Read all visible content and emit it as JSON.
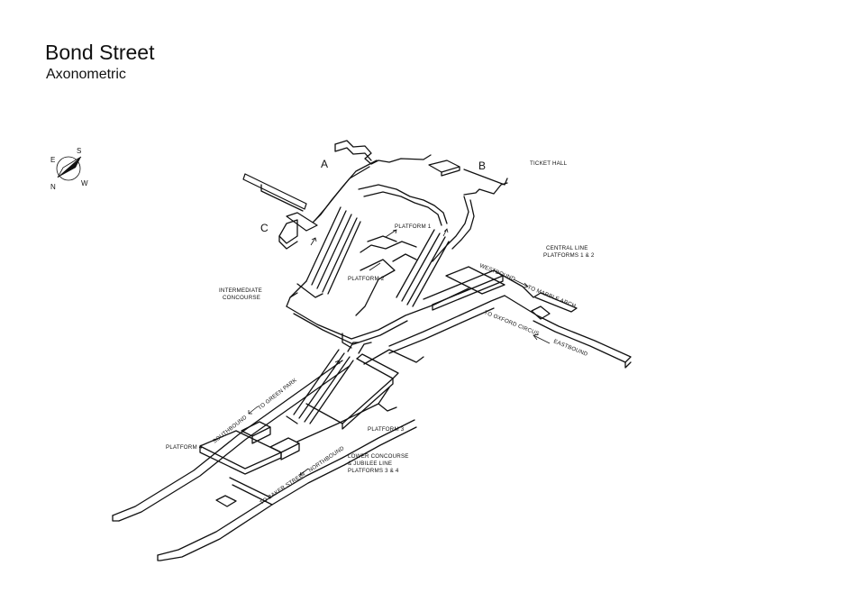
{
  "header": {
    "title": "Bond Street",
    "subtitle": "Axonometric"
  },
  "compass": {
    "icon": "compass-icon",
    "letters": [
      "S",
      "E",
      "W",
      "N"
    ]
  },
  "zones": {
    "a": "A",
    "b": "B",
    "c": "C"
  },
  "labels": {
    "ticket_hall": "TICKET HALL",
    "central_line": "CENTRAL LINE",
    "central_platforms": "PLATFORMS 1 & 2",
    "intermediate": "INTERMEDIATE",
    "concourse": "CONCOURSE",
    "platform_1": "PLATFORM 1",
    "platform_2": "PLATFORM 2",
    "platform_3": "PLATFORM 3",
    "platform_4": "PLATFORM 4",
    "westbound": "WESTBOUND",
    "to_marble_arch": "TO MARBLE ARCH",
    "to_oxford_circus": "TO OXFORD CIRCUS",
    "eastbound": "EASTBOUND",
    "southbound": "SOUTHBOUND",
    "to_green_park": "TO GREEN PARK",
    "northbound": "NORTHBOUND",
    "to_baker_street": "TO BAKER STREET",
    "lower_concourse": "LOWER CONCOURSE",
    "jubilee_line": "& JUBILEE LINE",
    "jubilee_platforms": "PLATFORMS 3 & 4"
  },
  "colors": {
    "line": "#111111",
    "background": "#ffffff"
  }
}
